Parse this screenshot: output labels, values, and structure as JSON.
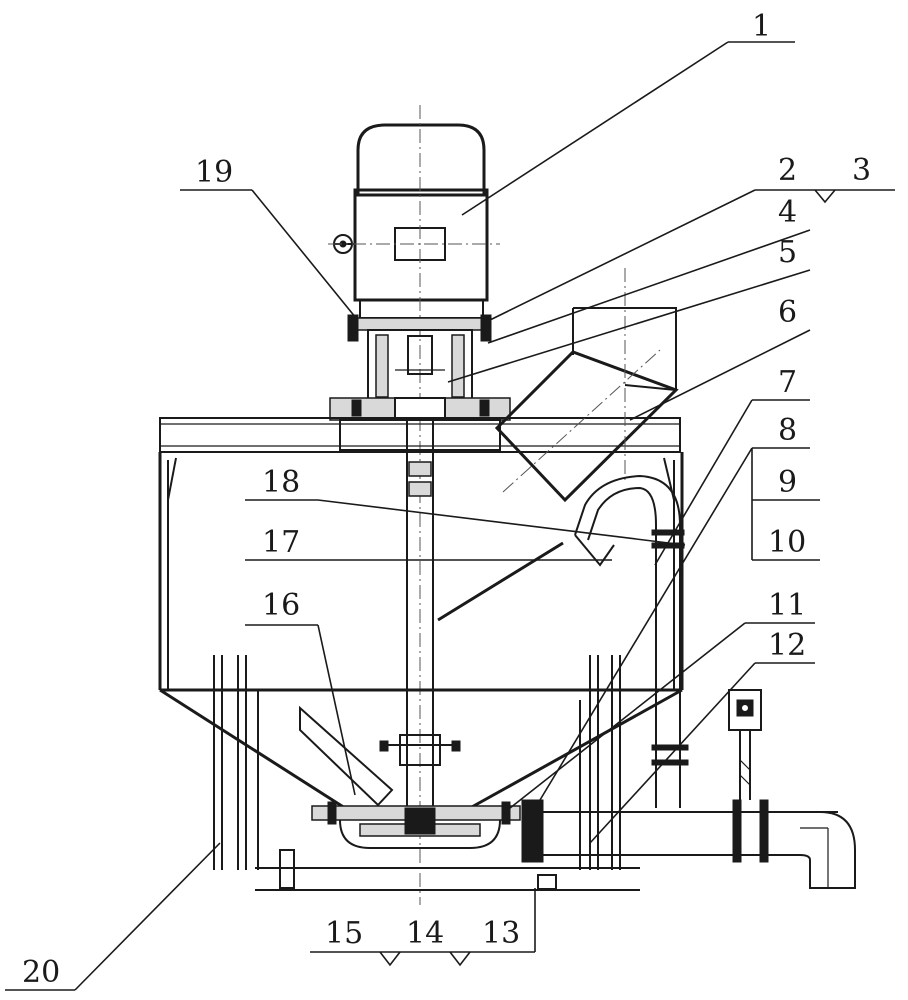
{
  "diagram": {
    "labels": [
      "1",
      "2",
      "3",
      "4",
      "5",
      "6",
      "7",
      "8",
      "9",
      "10",
      "11",
      "12",
      "13",
      "14",
      "15",
      "16",
      "17",
      "18",
      "19",
      "20"
    ],
    "colors": {
      "line": "#1a1a1a",
      "background": "#ffffff",
      "hatch": "#d9d9d9"
    }
  }
}
